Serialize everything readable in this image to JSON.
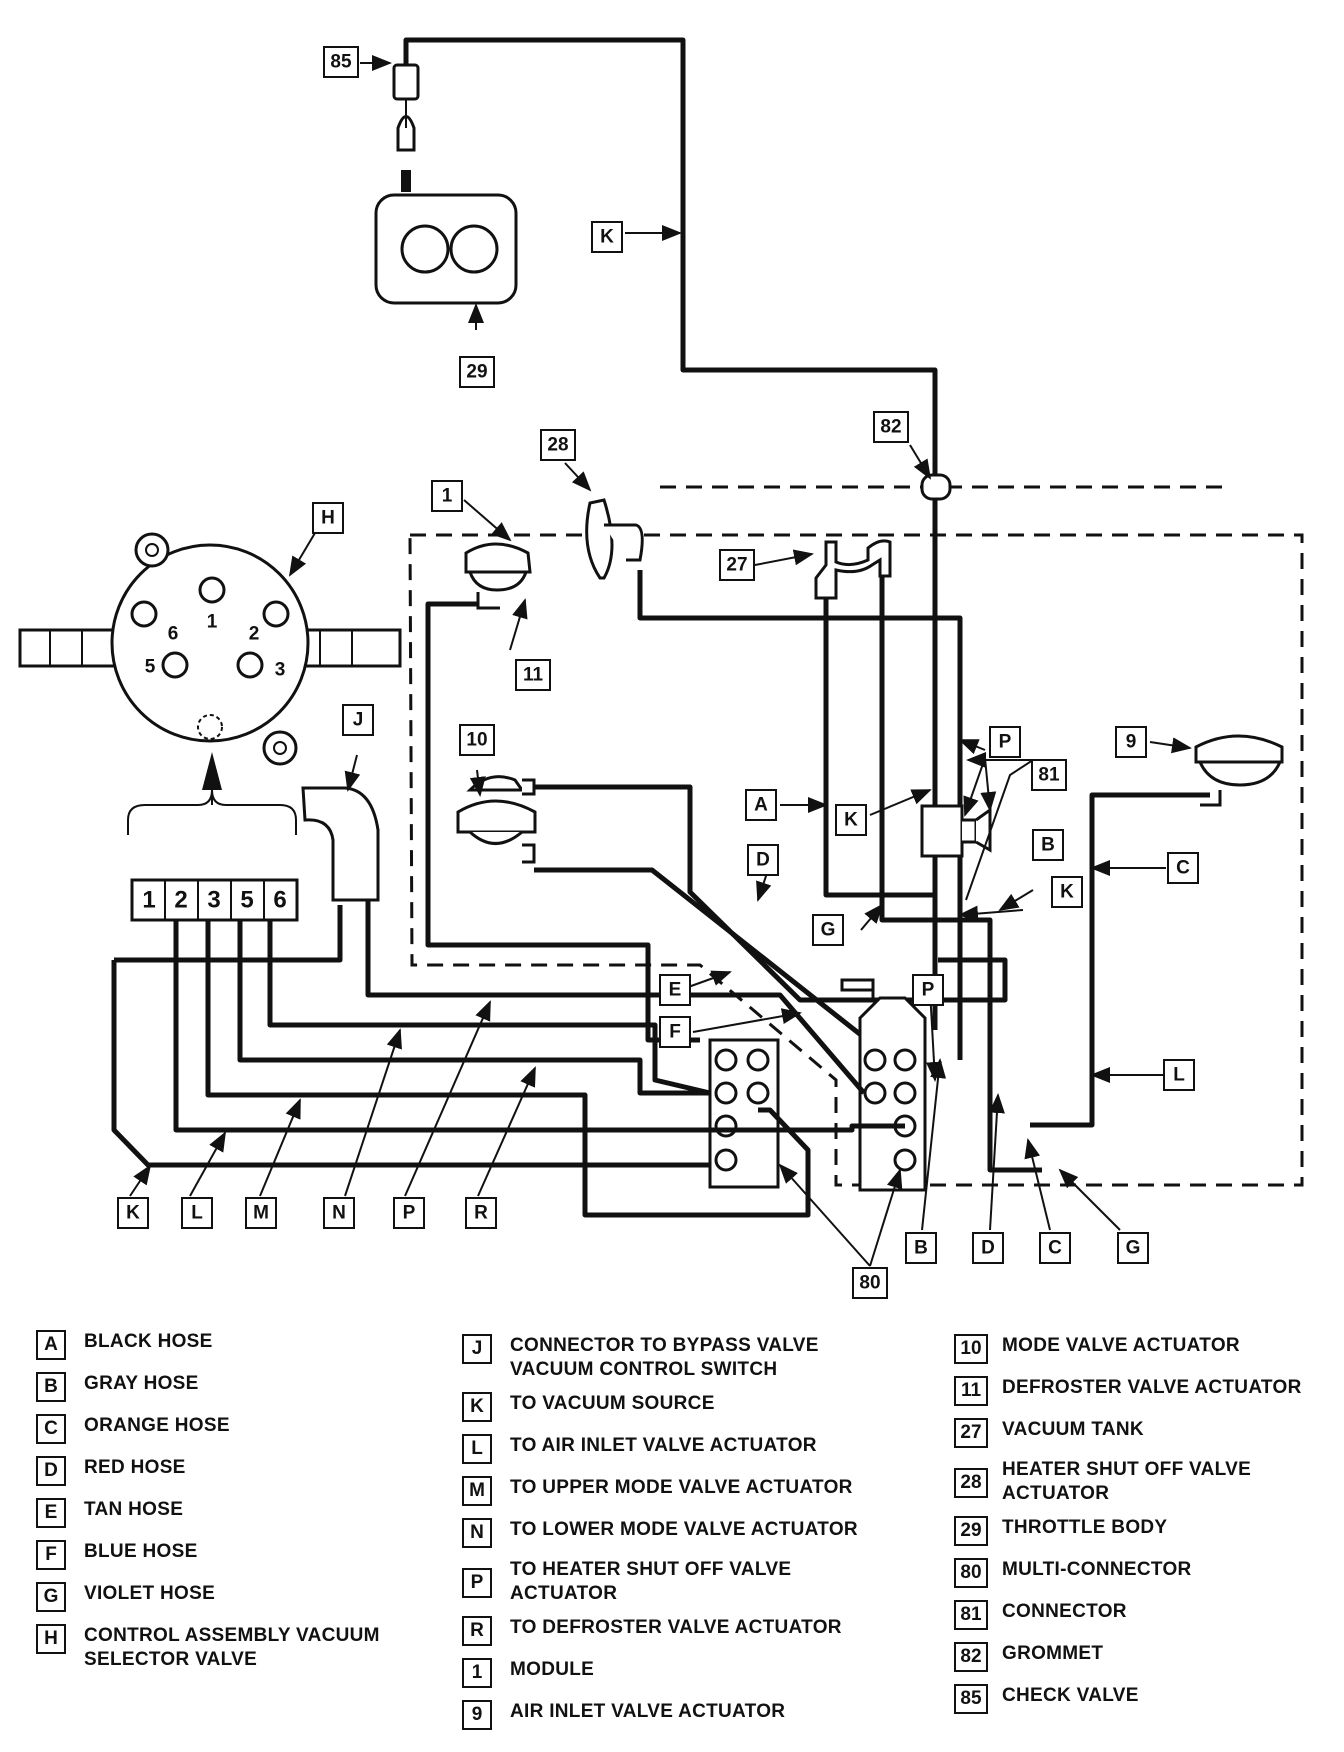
{
  "labels": {
    "c85": "85",
    "c29": "29",
    "cK_top": "K",
    "c28": "28",
    "c82": "82",
    "c1": "1",
    "cH": "H",
    "c27": "27",
    "c11": "11",
    "c10": "10",
    "cJ": "J",
    "cP_top": "P",
    "c9": "9",
    "c81": "81",
    "cA": "A",
    "cK_mid": "K",
    "cB_mid": "B",
    "cC_mid": "C",
    "cD_mid": "D",
    "cK_mid2": "K",
    "cG_mid": "G",
    "cE": "E",
    "cF": "F",
    "cP_mid": "P",
    "cL_mid": "L",
    "cK_bot": "K",
    "cL_bot": "L",
    "cM_bot": "M",
    "cN_bot": "N",
    "cP_bot": "P",
    "cR_bot": "R",
    "c80": "80",
    "cB_bot": "B",
    "cD_bot": "D",
    "cC_bot": "C",
    "cG_bot": "G"
  },
  "valve_ports": {
    "p1": "1",
    "p2": "2",
    "p3": "3",
    "p5": "5",
    "p6": "6"
  },
  "selector_tabs": [
    "1",
    "2",
    "3",
    "5",
    "6"
  ],
  "legend": {
    "col1": [
      {
        "code": "A",
        "text": "BLACK HOSE"
      },
      {
        "code": "B",
        "text": "GRAY HOSE"
      },
      {
        "code": "C",
        "text": "ORANGE HOSE"
      },
      {
        "code": "D",
        "text": "RED HOSE"
      },
      {
        "code": "E",
        "text": "TAN HOSE"
      },
      {
        "code": "F",
        "text": "BLUE HOSE"
      },
      {
        "code": "G",
        "text": "VIOLET HOSE"
      },
      {
        "code": "H",
        "text": "CONTROL ASSEMBLY VACUUM SELECTOR VALVE"
      }
    ],
    "col2": [
      {
        "code": "J",
        "text": "CONNECTOR TO BYPASS VALVE VACUUM CONTROL SWITCH"
      },
      {
        "code": "K",
        "text": "TO VACUUM SOURCE"
      },
      {
        "code": "L",
        "text": "TO AIR INLET VALVE ACTUATOR"
      },
      {
        "code": "M",
        "text": "TO UPPER MODE VALVE ACTUATOR"
      },
      {
        "code": "N",
        "text": "TO LOWER MODE VALVE ACTUATOR"
      },
      {
        "code": "P",
        "text": "TO HEATER SHUT OFF VALVE ACTUATOR"
      },
      {
        "code": "R",
        "text": "TO DEFROSTER VALVE ACTUATOR"
      },
      {
        "code": "1",
        "text": "MODULE"
      },
      {
        "code": "9",
        "text": "AIR INLET VALVE ACTUATOR"
      }
    ],
    "col3": [
      {
        "code": "10",
        "text": "MODE VALVE ACTUATOR"
      },
      {
        "code": "11",
        "text": "DEFROSTER VALVE ACTUATOR"
      },
      {
        "code": "27",
        "text": "VACUUM TANK"
      },
      {
        "code": "28",
        "text": "HEATER SHUT OFF VALVE ACTUATOR"
      },
      {
        "code": "29",
        "text": "THROTTLE BODY"
      },
      {
        "code": "80",
        "text": "MULTI-CONNECTOR"
      },
      {
        "code": "81",
        "text": "CONNECTOR"
      },
      {
        "code": "82",
        "text": "GROMMET"
      },
      {
        "code": "85",
        "text": "CHECK VALVE"
      }
    ]
  }
}
